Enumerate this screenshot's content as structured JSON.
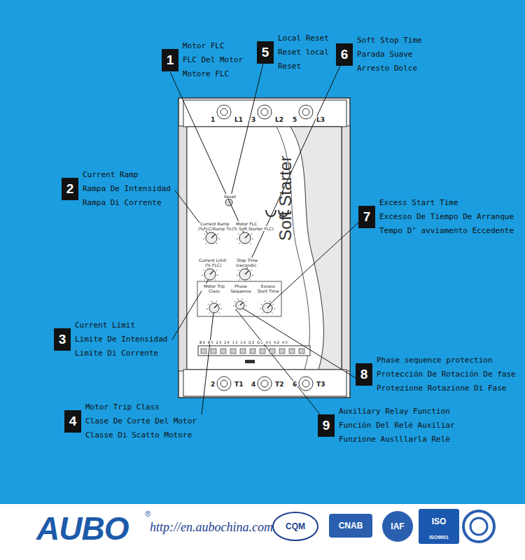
{
  "diagram": {
    "nodes": [
      {
        "text": [
          "1",
          "Motor FLC",
          "FLC Del Motor",
          "Motore FLC"
        ]
      },
      {
        "text": [
          "2",
          "Current Ramp",
          "Rampa De Intensidad",
          "Rampa Di Corrente"
        ]
      },
      {
        "text": [
          "3",
          "Current Limit",
          "Limite De Intensidad",
          "Limite Di Corrente"
        ]
      },
      {
        "text": [
          "4",
          "Motor Trip Class",
          "Clase De Corte Del Motor",
          "Classe Di Scatto Motore"
        ]
      },
      {
        "text": [
          "5",
          "Local Reset",
          "Reset local",
          "Reset"
        ]
      },
      {
        "text": [
          "6",
          "Soft Stop Time",
          "Parada Suave",
          "Arresto Dolce"
        ]
      },
      {
        "text": [
          "7",
          "Excess Start Time",
          "Excesso De Tiempo De Arranque",
          "Tempo D’ avviamento Eccedente"
        ]
      },
      {
        "text": [
          "8",
          "Phase sequence protection",
          "Protección De Rotación De fase",
          "Protezione Rotazione Di Fase"
        ]
      },
      {
        "text": [
          "9",
          "Auxiliary Relay Function",
          "Función Del Relé Auxiliar",
          "Funzione Auslllarla Relè"
        ]
      }
    ],
    "labels": [
      "Reset",
      "Current Ramp",
      "(%FLC/Ramp Time)",
      "Motor FLC",
      "(% Soft Starter FLC)",
      "Current Limit",
      "(% FLC)",
      "Stop Time",
      "(seconds)",
      "Motor Trip Class",
      "Phase Sequence",
      "Excess Start Time",
      "Soft Starter",
      "1",
      "L1",
      "3",
      "L2",
      "5",
      "L3",
      "2",
      "T1",
      "4",
      "T2",
      "6",
      "T3",
      "B4 B5 23 24 13 14 Q2 Q1 A1 A2 A3",
      "AUBO",
      "®",
      "http://en.aubochina.com",
      "CQM",
      "CNAB",
      "IAF",
      "ISO",
      "ISO9001"
    ]
  }
}
